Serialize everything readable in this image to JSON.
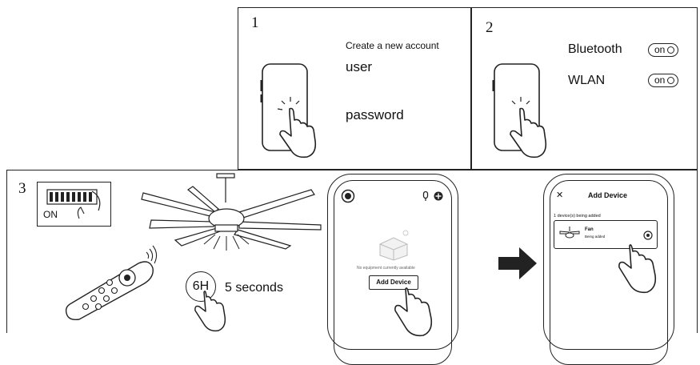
{
  "step1": {
    "number": "1",
    "create_account": "Create a new account",
    "user": "user",
    "password": "password"
  },
  "step2": {
    "number": "2",
    "bluetooth_label": "Bluetooth",
    "bluetooth_state": "on",
    "wlan_label": "WLAN",
    "wlan_state": "on"
  },
  "step3": {
    "number": "3",
    "switch_label": "ON",
    "hold_label": "6H",
    "hold_duration": "5 seconds",
    "app_home": {
      "empty_text": "No equipment currently available",
      "add_button": "Add Device"
    },
    "app_add": {
      "close_glyph": "✕",
      "title": "Add Device",
      "status": "1 device(s) being added",
      "device_name": "Fan",
      "device_status": "Being added"
    }
  },
  "icons": {
    "finger_tap": "hand-tap-icon",
    "arrow": "arrow-right-icon",
    "remote": "remote-control-icon",
    "ceiling_fan": "ceiling-fan-icon",
    "breaker": "circuit-breaker-icon"
  }
}
